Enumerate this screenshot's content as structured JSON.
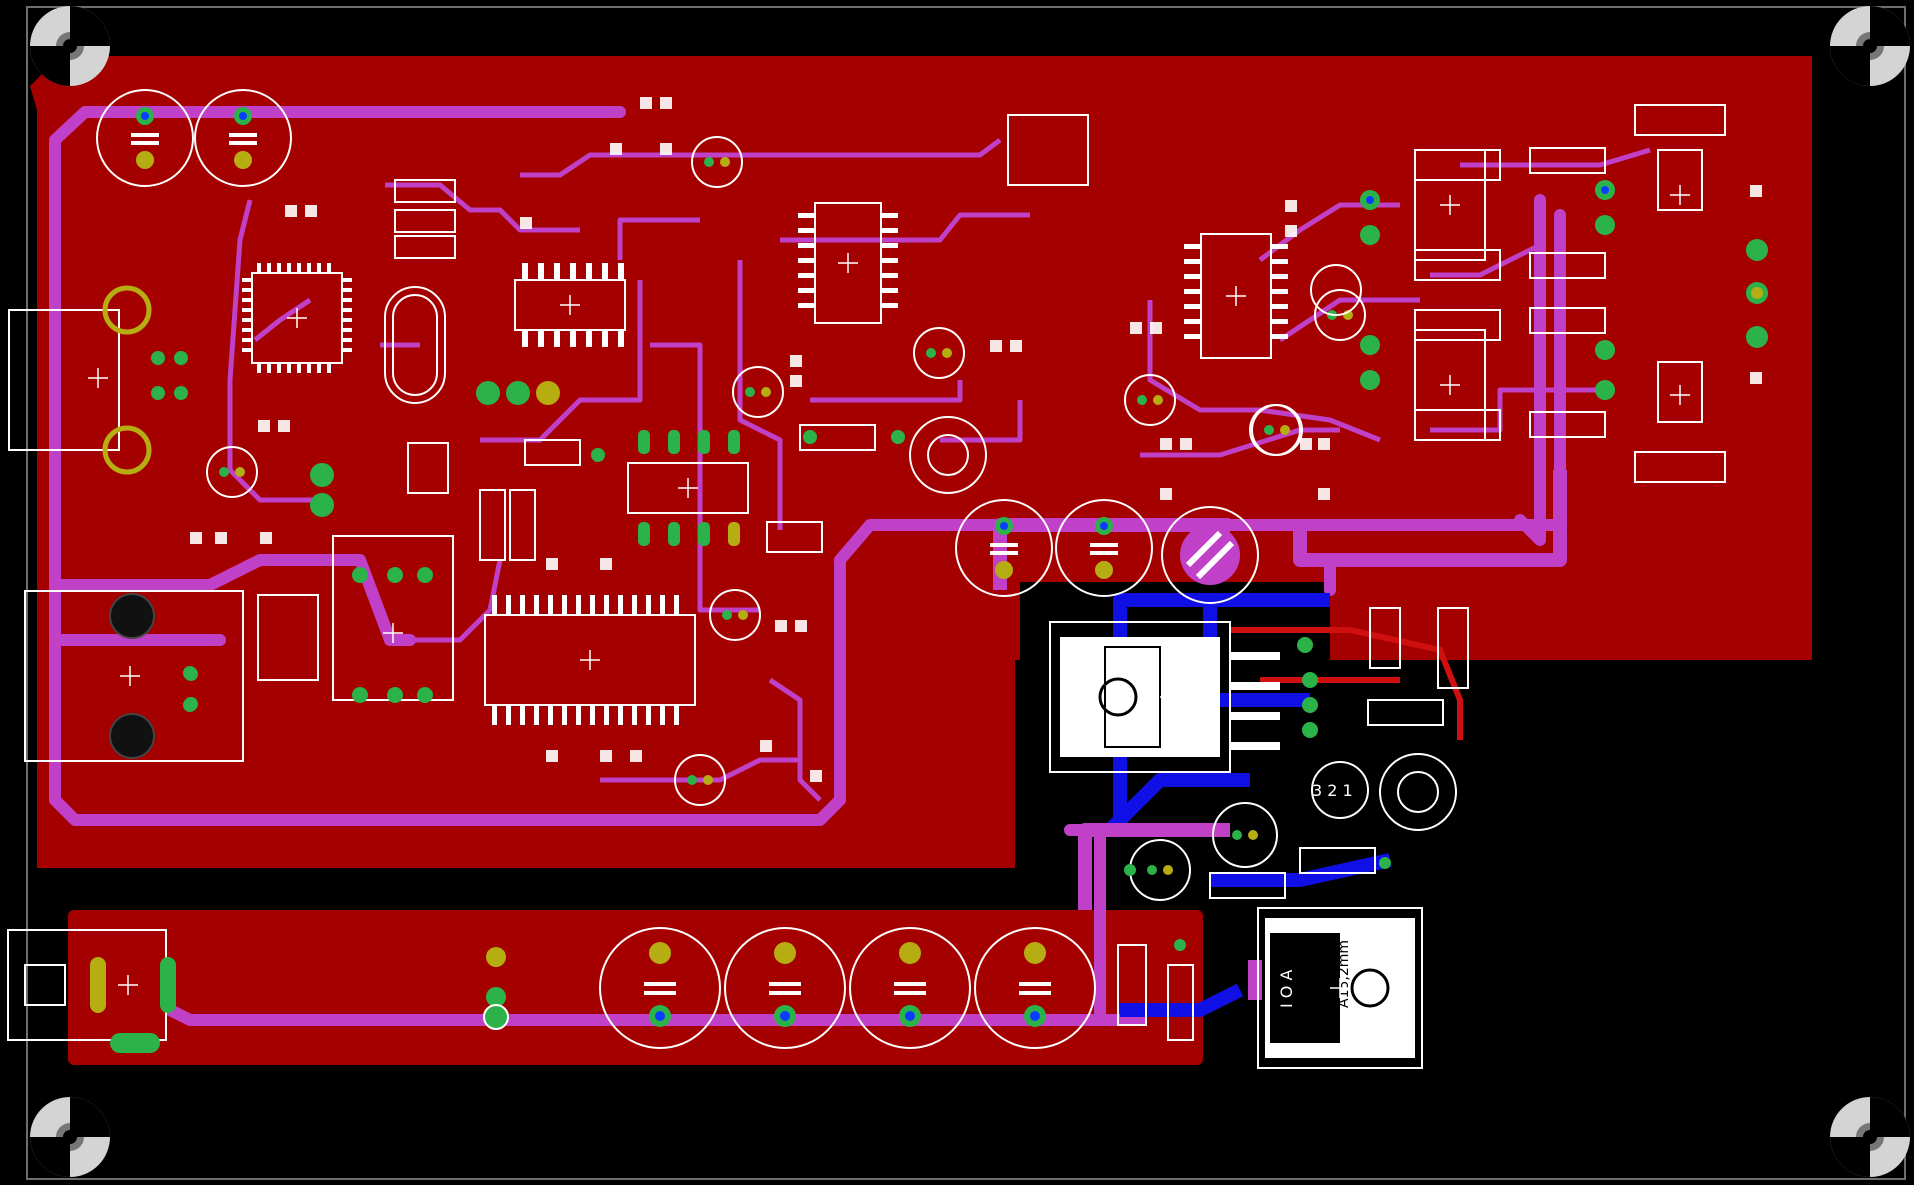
{
  "board": {
    "colors": {
      "background": "#000000",
      "copper_top": "#a50000",
      "trace_top": "#c040c8",
      "trace_bottom": "#1010e6",
      "pad_via": "#2bb34a",
      "pad_hole": "#0a3dff",
      "pad_gold": "#b5ad12",
      "silkscreen": "#ffffff",
      "bottom_copper_pad": "#d01010"
    },
    "labels": {
      "regulator_pins": "I O A",
      "regulator_name": "A15,2mm",
      "transistor_pins": "3 2 1"
    },
    "icons": [
      "mounting-hole-icon",
      "component-origin-cross-icon"
    ]
  }
}
